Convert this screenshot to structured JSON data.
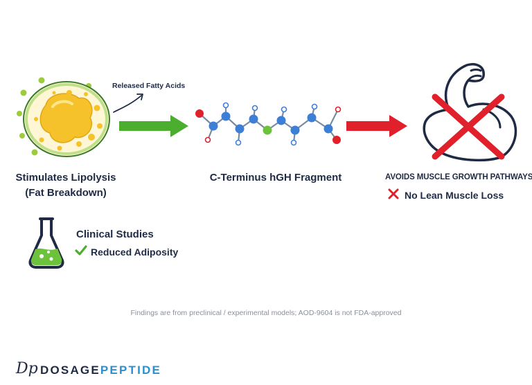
{
  "fat_cell": {
    "label_line1": "Stimulates Lipolysis",
    "label_line2": "(Fat Breakdown)",
    "released_label": "Released Fatty Acids"
  },
  "fragment": {
    "label": "C-Terminus hGH Fragment"
  },
  "muscle": {
    "heading": "AVOIDS MUSCLE GROWTH PATHWAYS",
    "note": "No Lean Muscle Loss"
  },
  "clinical": {
    "title": "Clinical Studies",
    "note": "Reduced Adiposity"
  },
  "disclaimer": "Findings are from preclinical / experimental models; AOD-9604 is not FDA-approved",
  "brand": {
    "part1": "DOSAGE",
    "part2": "PEPTIDE",
    "logo_text": "Dp"
  },
  "colors": {
    "navy": "#1f2a44",
    "green_arrow": "#4cae2e",
    "red_arrow": "#e0202a",
    "fat_yellow": "#f6c22c",
    "molecule_blue": "#3d7fd6",
    "brand_blue": "#2d8fcf"
  },
  "icons": [
    "fat-cell-icon",
    "molecule-icon",
    "flexed-arm-icon",
    "flask-icon",
    "check-icon",
    "cross-icon"
  ]
}
